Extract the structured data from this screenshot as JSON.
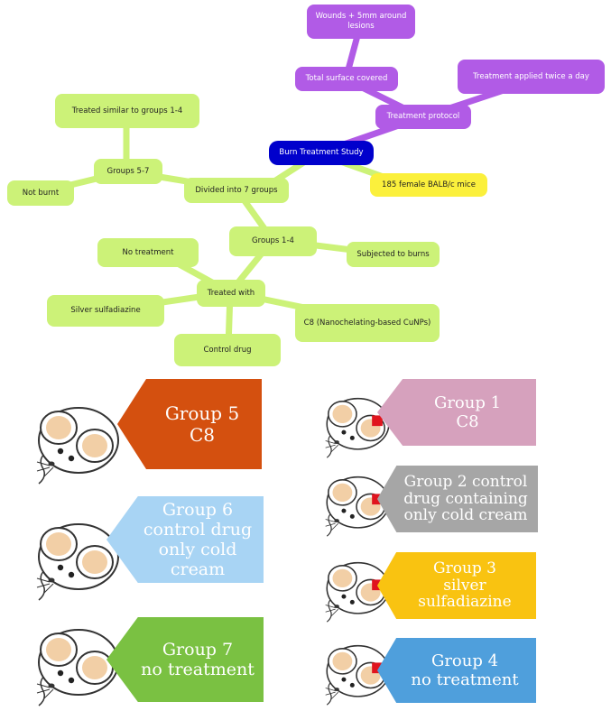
{
  "mindmap": {
    "center": "Burn Treatment Study",
    "protocol": "Treatment protocol",
    "surface": "Total surface covered",
    "wounds": "Wounds + 5mm around lesions",
    "twice": "Treatment applied twice a day",
    "mice": "185 female BALB/c mice",
    "divided": "Divided into 7 groups",
    "groups57": "Groups 5-7",
    "similar": "Treated similar to groups 1-4",
    "notburnt": "Not burnt",
    "groups14": "Groups 1-4",
    "subjected": "Subjected to burns",
    "treatedwith": "Treated with",
    "notreat": "No treatment",
    "silver": "Silver sulfadiazine",
    "control": "Control drug",
    "c8": "C8 (Nanochelating-based CuNPs)"
  },
  "groups": {
    "g5": {
      "line1": "Group 5",
      "line2": "C8",
      "color": "#d4500f"
    },
    "g6": {
      "line1": "Group 6",
      "line2": "control drug",
      "line3": "only cold cream",
      "color": "#a8d4f4"
    },
    "g7": {
      "line1": "Group 7",
      "line2": "no treatment",
      "color": "#7ac142"
    },
    "g1": {
      "line1": "Group 1",
      "line2": "C8",
      "color": "#d6a1bd"
    },
    "g2": {
      "line1": "Group 2 control",
      "line2": "drug containing",
      "line3": "only cold cream",
      "color": "#a6a6a6"
    },
    "g3": {
      "line1": "Group 3",
      "line2": "silver",
      "line3": "sulfadiazine",
      "color": "#f9c311"
    },
    "g4": {
      "line1": "Group 4",
      "line2": "no treatment",
      "color": "#4f9fdc"
    }
  },
  "colors": {
    "connector_green": "#ccf278",
    "connector_purple": "#b15be6",
    "burn_mark": "#e0141e"
  }
}
